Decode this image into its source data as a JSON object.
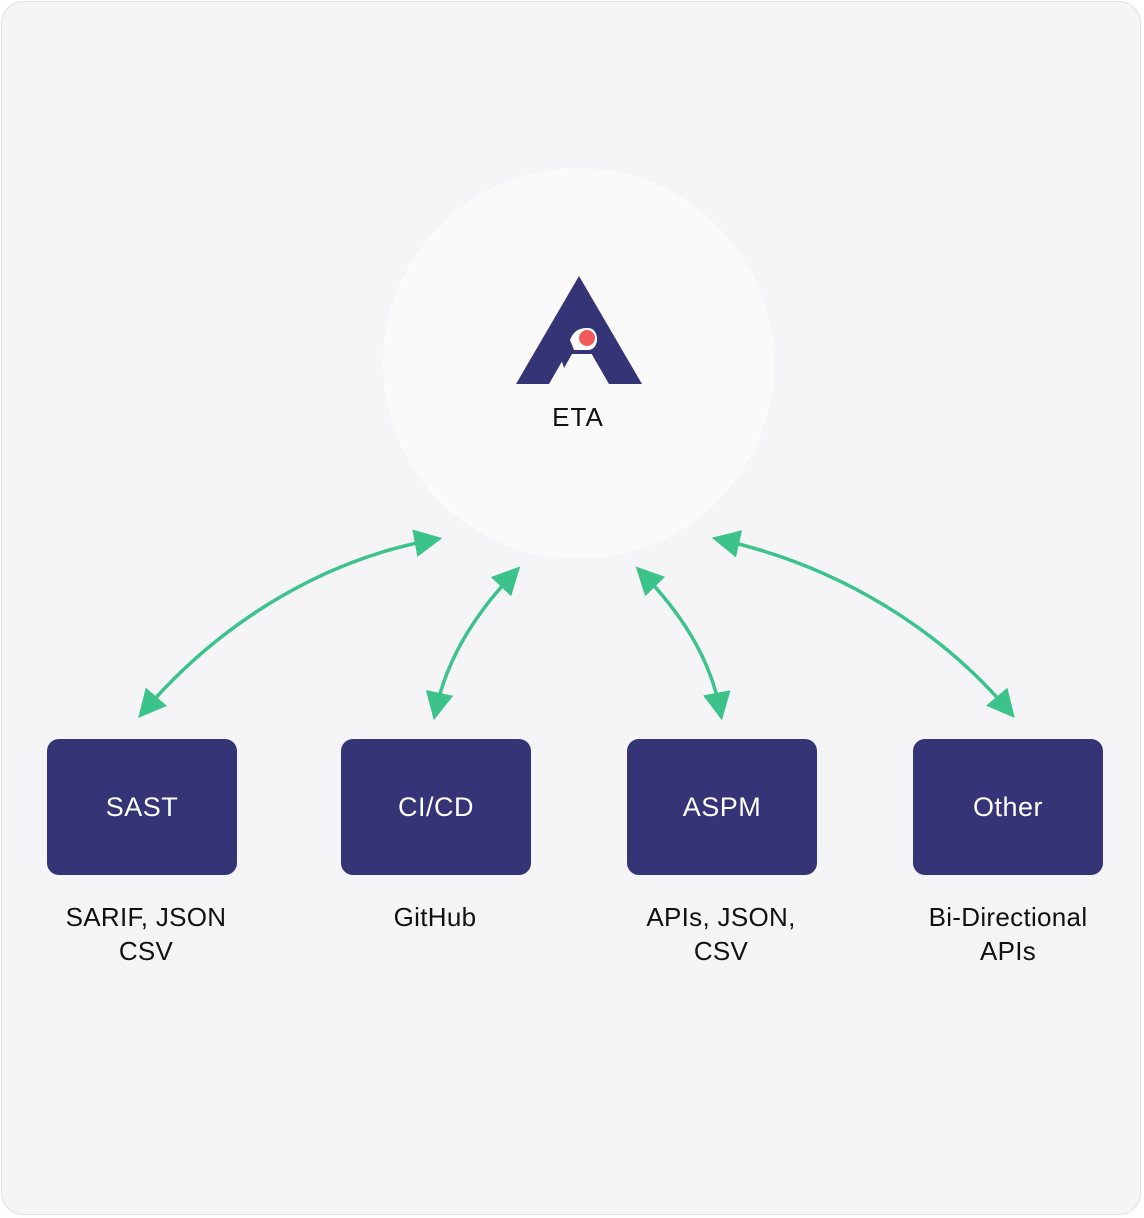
{
  "hub": {
    "label": "ETA",
    "logo_icon": "eta-triangle-logo-icon"
  },
  "colors": {
    "background": "#f5f5f7",
    "border": "#e1e1ec",
    "hub_fill": "#fafafa",
    "box_fill": "#343476",
    "box_text": "#ffffff",
    "arrow": "#3cc38c",
    "logo_primary": "#343476",
    "logo_dot": "#f05a5a"
  },
  "connections": [
    {
      "from": "ETA",
      "to": "SAST",
      "direction": "bidirectional"
    },
    {
      "from": "ETA",
      "to": "CI/CD",
      "direction": "bidirectional"
    },
    {
      "from": "ETA",
      "to": "ASPM",
      "direction": "bidirectional"
    },
    {
      "from": "ETA",
      "to": "Other",
      "direction": "bidirectional"
    }
  ],
  "nodes": [
    {
      "title": "SAST",
      "caption": [
        "SARIF, JSON",
        "CSV"
      ]
    },
    {
      "title": "CI/CD",
      "caption": [
        "GitHub",
        ""
      ]
    },
    {
      "title": "ASPM",
      "caption": [
        "APIs, JSON,",
        "CSV"
      ]
    },
    {
      "title": "Other",
      "caption": [
        "Bi-Directional",
        "APIs"
      ]
    }
  ]
}
